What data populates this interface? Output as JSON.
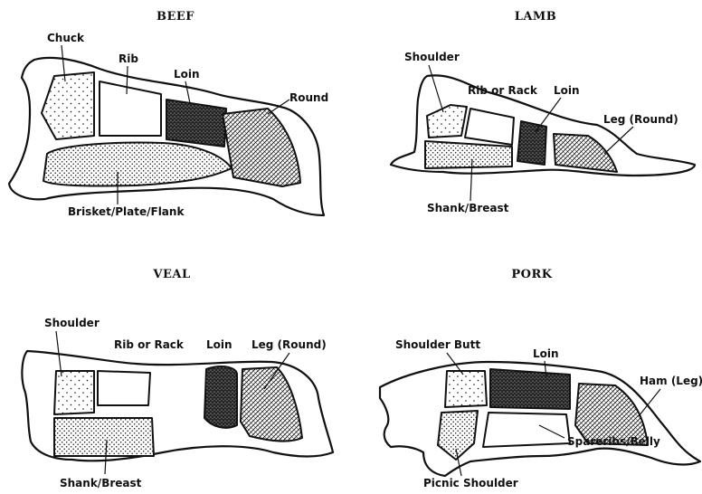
{
  "colors": {
    "ink": "#111111",
    "paper": "#ffffff"
  },
  "patterns": [
    "plain",
    "light-dots",
    "medium-dots",
    "dense-stipple",
    "crosshatch"
  ],
  "panels": {
    "beef": {
      "title": "BEEF",
      "cuts": {
        "chuck": {
          "label": "Chuck",
          "pattern": "light-dots"
        },
        "rib": {
          "label": "Rib",
          "pattern": "plain"
        },
        "loin": {
          "label": "Loin",
          "pattern": "dense-stipple"
        },
        "round": {
          "label": "Round",
          "pattern": "crosshatch"
        },
        "brisket": {
          "label": "Brisket/Plate/Flank",
          "pattern": "medium-dots"
        }
      }
    },
    "lamb": {
      "title": "LAMB",
      "cuts": {
        "shoulder": {
          "label": "Shoulder",
          "pattern": "light-dots"
        },
        "rib": {
          "label": "Rib or Rack",
          "pattern": "plain"
        },
        "loin": {
          "label": "Loin",
          "pattern": "dense-stipple"
        },
        "leg": {
          "label": "Leg (Round)",
          "pattern": "crosshatch"
        },
        "shank": {
          "label": "Shank/Breast",
          "pattern": "medium-dots"
        }
      }
    },
    "veal": {
      "title": "VEAL",
      "cuts": {
        "shoulder": {
          "label": "Shoulder",
          "pattern": "light-dots"
        },
        "rib": {
          "label": "Rib or Rack",
          "pattern": "plain"
        },
        "loin": {
          "label": "Loin",
          "pattern": "dense-stipple"
        },
        "leg": {
          "label": "Leg (Round)",
          "pattern": "crosshatch"
        },
        "shank": {
          "label": "Shank/Breast",
          "pattern": "medium-dots"
        }
      }
    },
    "pork": {
      "title": "PORK",
      "cuts": {
        "butt": {
          "label": "Shoulder Butt",
          "pattern": "light-dots"
        },
        "loin": {
          "label": "Loin",
          "pattern": "dense-stipple"
        },
        "ham": {
          "label": "Ham (Leg)",
          "pattern": "crosshatch"
        },
        "picnic": {
          "label": "Picnic Shoulder",
          "pattern": "medium-dots"
        },
        "spareribs": {
          "label": "Spareribs/Belly",
          "pattern": "plain"
        }
      }
    }
  }
}
